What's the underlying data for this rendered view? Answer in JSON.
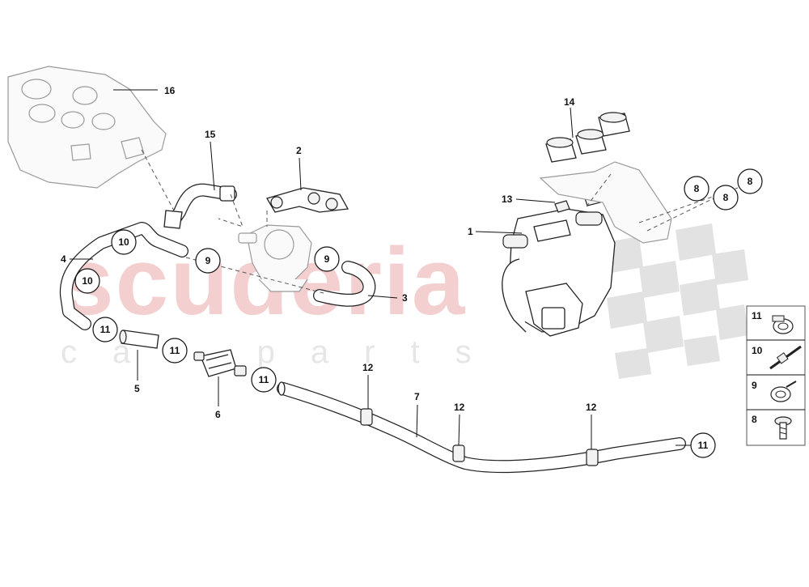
{
  "watermark": {
    "brand": "scuderia",
    "sub": "car parts"
  },
  "callouts": {
    "c1": "1",
    "c2": "2",
    "c3": "3",
    "c4": "4",
    "c5": "5",
    "c6": "6",
    "c7": "7",
    "c8a": "8",
    "c8b": "8",
    "c8c": "8",
    "c9a": "9",
    "c9b": "9",
    "c10a": "10",
    "c10b": "10",
    "c11a": "11",
    "c11b": "11",
    "c11c": "11",
    "c11d": "11",
    "c12a": "12",
    "c12b": "12",
    "c12c": "12",
    "c13": "13",
    "c14": "14",
    "c15": "15",
    "c16": "16"
  },
  "legend": {
    "r1": "11",
    "r2": "10",
    "r3": "9",
    "r4": "8"
  },
  "colors": {
    "watermark_red": "#f4cfcf",
    "watermark_gray": "#e6e6e6",
    "checker": "#d9d9d9"
  }
}
